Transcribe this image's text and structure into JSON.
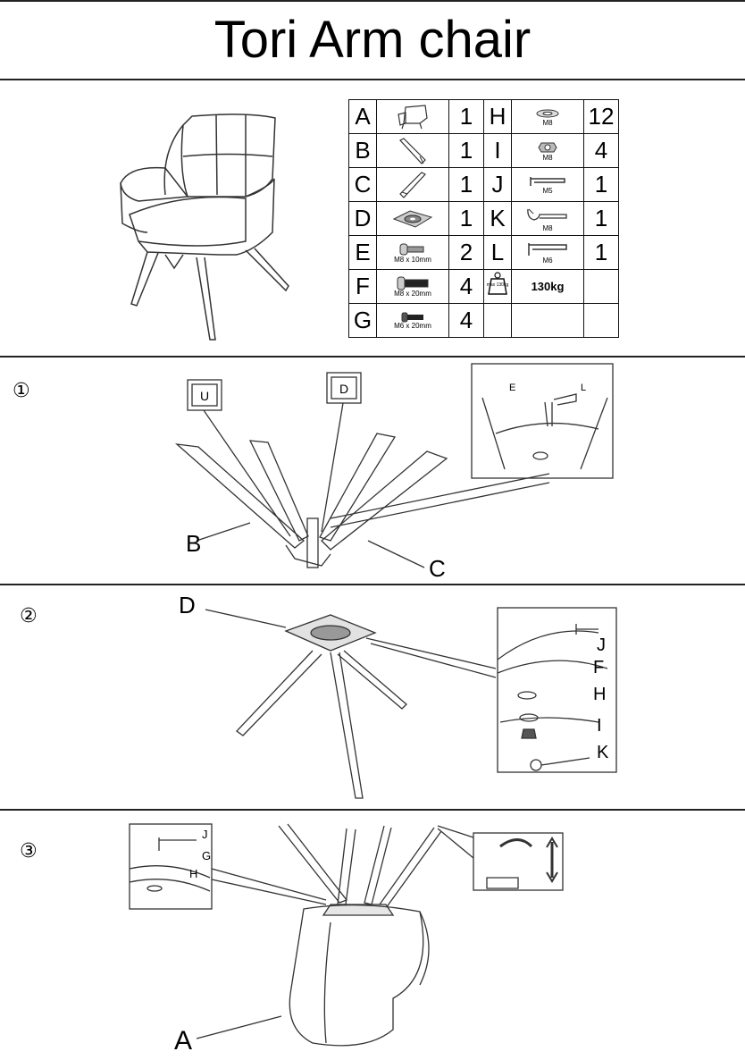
{
  "title": "Tori Arm chair",
  "parts": [
    {
      "letter": "A",
      "icon": "chair-seat-icon",
      "sub": "",
      "qty": "1"
    },
    {
      "letter": "B",
      "icon": "leg-b-icon",
      "sub": "",
      "qty": "1"
    },
    {
      "letter": "C",
      "icon": "leg-c-icon",
      "sub": "",
      "qty": "1"
    },
    {
      "letter": "D",
      "icon": "swivel-plate-icon",
      "sub": "",
      "qty": "1"
    },
    {
      "letter": "E",
      "icon": "bolt-icon",
      "sub": "M8 x 10mm",
      "qty": "2"
    },
    {
      "letter": "F",
      "icon": "bolt-icon",
      "sub": "M8 x 20mm",
      "qty": "4"
    },
    {
      "letter": "G",
      "icon": "bolt-icon",
      "sub": "M6 x 20mm",
      "qty": "4"
    },
    {
      "letter": "H",
      "icon": "washer-icon",
      "sub": "M8",
      "qty": "12"
    },
    {
      "letter": "I",
      "icon": "nut-icon",
      "sub": "M8",
      "qty": "4"
    },
    {
      "letter": "J",
      "icon": "allen-key-icon",
      "sub": "M5",
      "qty": "1"
    },
    {
      "letter": "K",
      "icon": "wrench-icon",
      "sub": "M8",
      "qty": "1"
    },
    {
      "letter": "L",
      "icon": "allen-key-icon",
      "sub": "M6",
      "qty": "1"
    }
  ],
  "max_load": {
    "icon": "weight-icon",
    "icon_text": "max 130kg",
    "label": "130kg"
  },
  "steps": [
    {
      "number": "①",
      "labels": {
        "u": "U",
        "d": "D",
        "b": "B",
        "c": "C",
        "e": "E",
        "l": "L"
      }
    },
    {
      "number": "②",
      "labels": {
        "d": "D",
        "j": "J",
        "f": "F",
        "h": "H",
        "i": "I",
        "k": "K"
      }
    },
    {
      "number": "③",
      "labels": {
        "j": "J",
        "g": "G",
        "h": "H",
        "a": "A"
      }
    }
  ]
}
